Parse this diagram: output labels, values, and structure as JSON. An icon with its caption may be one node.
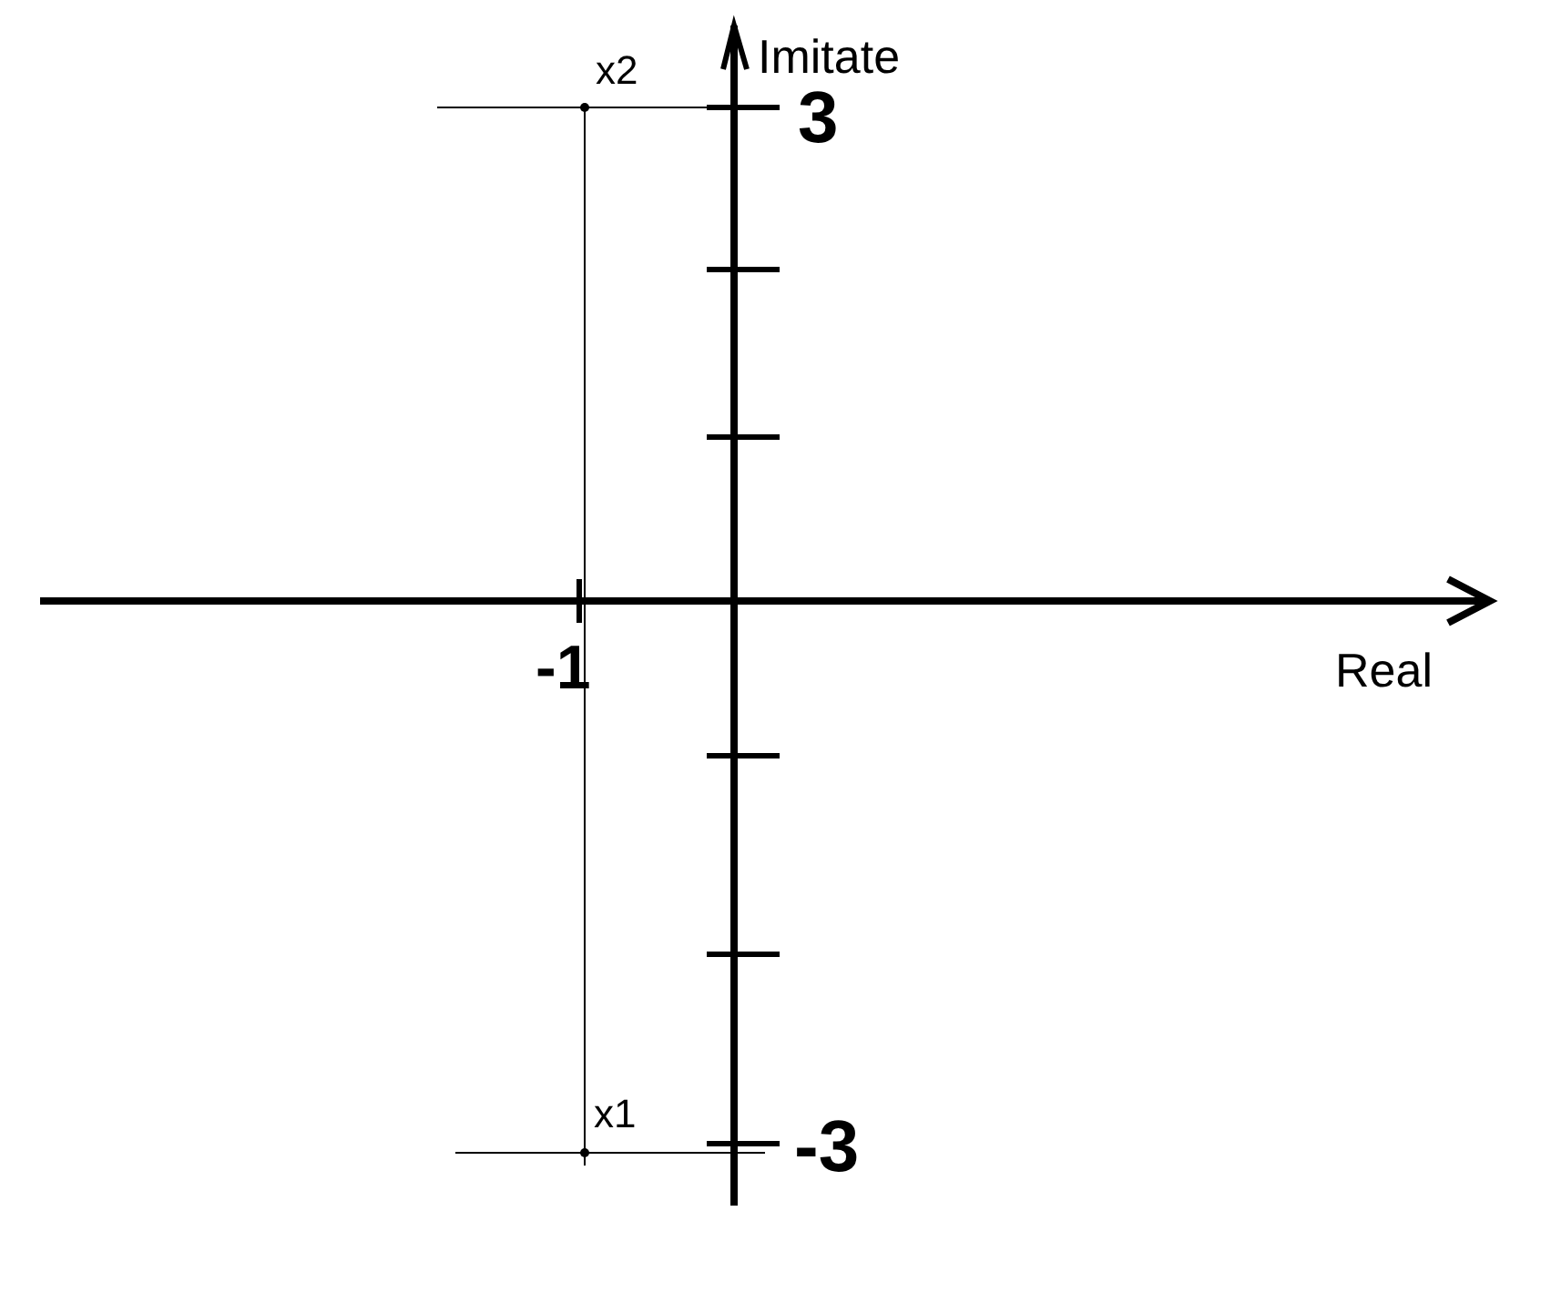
{
  "diagram": {
    "labels": [
      "x2",
      "Imitate",
      "3",
      "-1",
      "Real",
      "x1",
      "-3"
    ]
  }
}
